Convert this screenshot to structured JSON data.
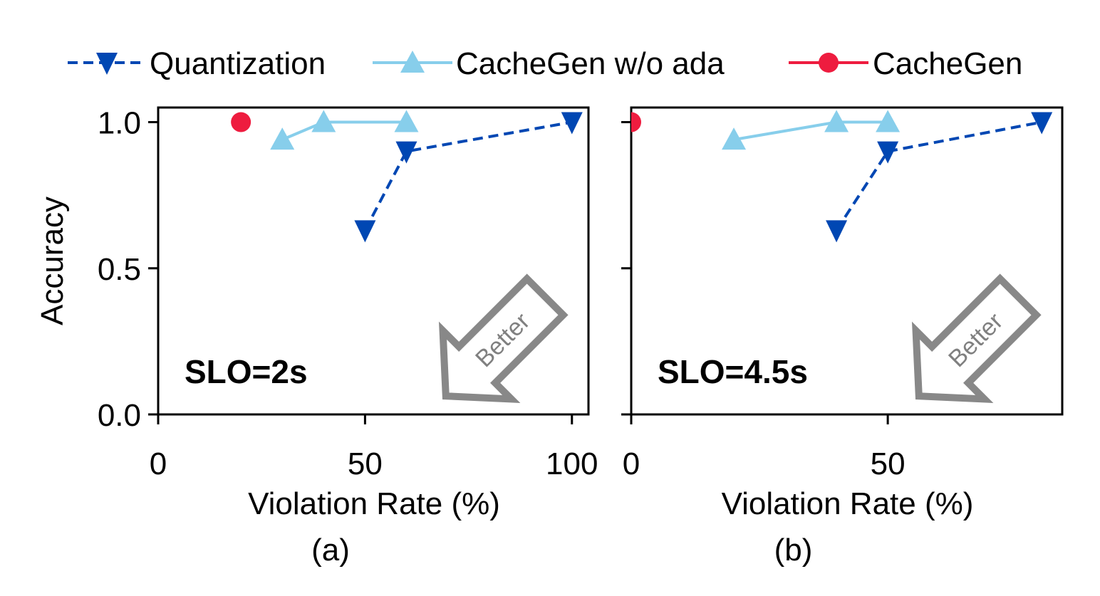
{
  "legend": [
    {
      "name": "Quantization",
      "color": "#0047b3",
      "marker": "triangle-down",
      "line": "dashed"
    },
    {
      "name": "CacheGen w/o ada",
      "color": "#87ceeb",
      "marker": "triangle-up",
      "line": "solid"
    },
    {
      "name": "CacheGen",
      "color": "#ee1c3f",
      "marker": "circle",
      "line": "solid"
    }
  ],
  "chart_data": [
    {
      "type": "line",
      "panel_label": "(a)",
      "annotation": "SLO=2s",
      "arrow_text": "Better",
      "xlabel": "Violation Rate (%)",
      "ylabel": "Accuracy",
      "xlim": [
        0,
        104
      ],
      "ylim": [
        0,
        1.05
      ],
      "xticks": [
        0,
        50,
        100
      ],
      "yticks": [
        0.0,
        0.5,
        1.0
      ],
      "xtick_labels": [
        "0",
        "50",
        "100"
      ],
      "ytick_labels": [
        "0.0",
        "0.5",
        "1.0"
      ],
      "series": [
        {
          "name": "Quantization",
          "x": [
            50,
            60,
            100
          ],
          "y": [
            0.63,
            0.9,
            1.0
          ]
        },
        {
          "name": "CacheGen w/o ada",
          "x": [
            30,
            40,
            60
          ],
          "y": [
            0.94,
            1.0,
            1.0
          ]
        },
        {
          "name": "CacheGen",
          "x": [
            20
          ],
          "y": [
            1.0
          ]
        }
      ]
    },
    {
      "type": "line",
      "panel_label": "(b)",
      "annotation": "SLO=4.5s",
      "arrow_text": "Better",
      "xlabel": "Violation Rate (%)",
      "ylabel": "",
      "xlim": [
        0,
        84
      ],
      "ylim": [
        0,
        1.05
      ],
      "xticks": [
        0,
        50
      ],
      "yticks": [
        0.0,
        0.5,
        1.0
      ],
      "xtick_labels": [
        "0",
        "50"
      ],
      "ytick_labels": [],
      "series": [
        {
          "name": "Quantization",
          "x": [
            40,
            50,
            80
          ],
          "y": [
            0.63,
            0.9,
            1.0
          ]
        },
        {
          "name": "CacheGen w/o ada",
          "x": [
            20,
            40,
            50
          ],
          "y": [
            0.94,
            1.0,
            1.0
          ]
        },
        {
          "name": "CacheGen",
          "x": [
            0
          ],
          "y": [
            1.0
          ]
        }
      ]
    }
  ]
}
